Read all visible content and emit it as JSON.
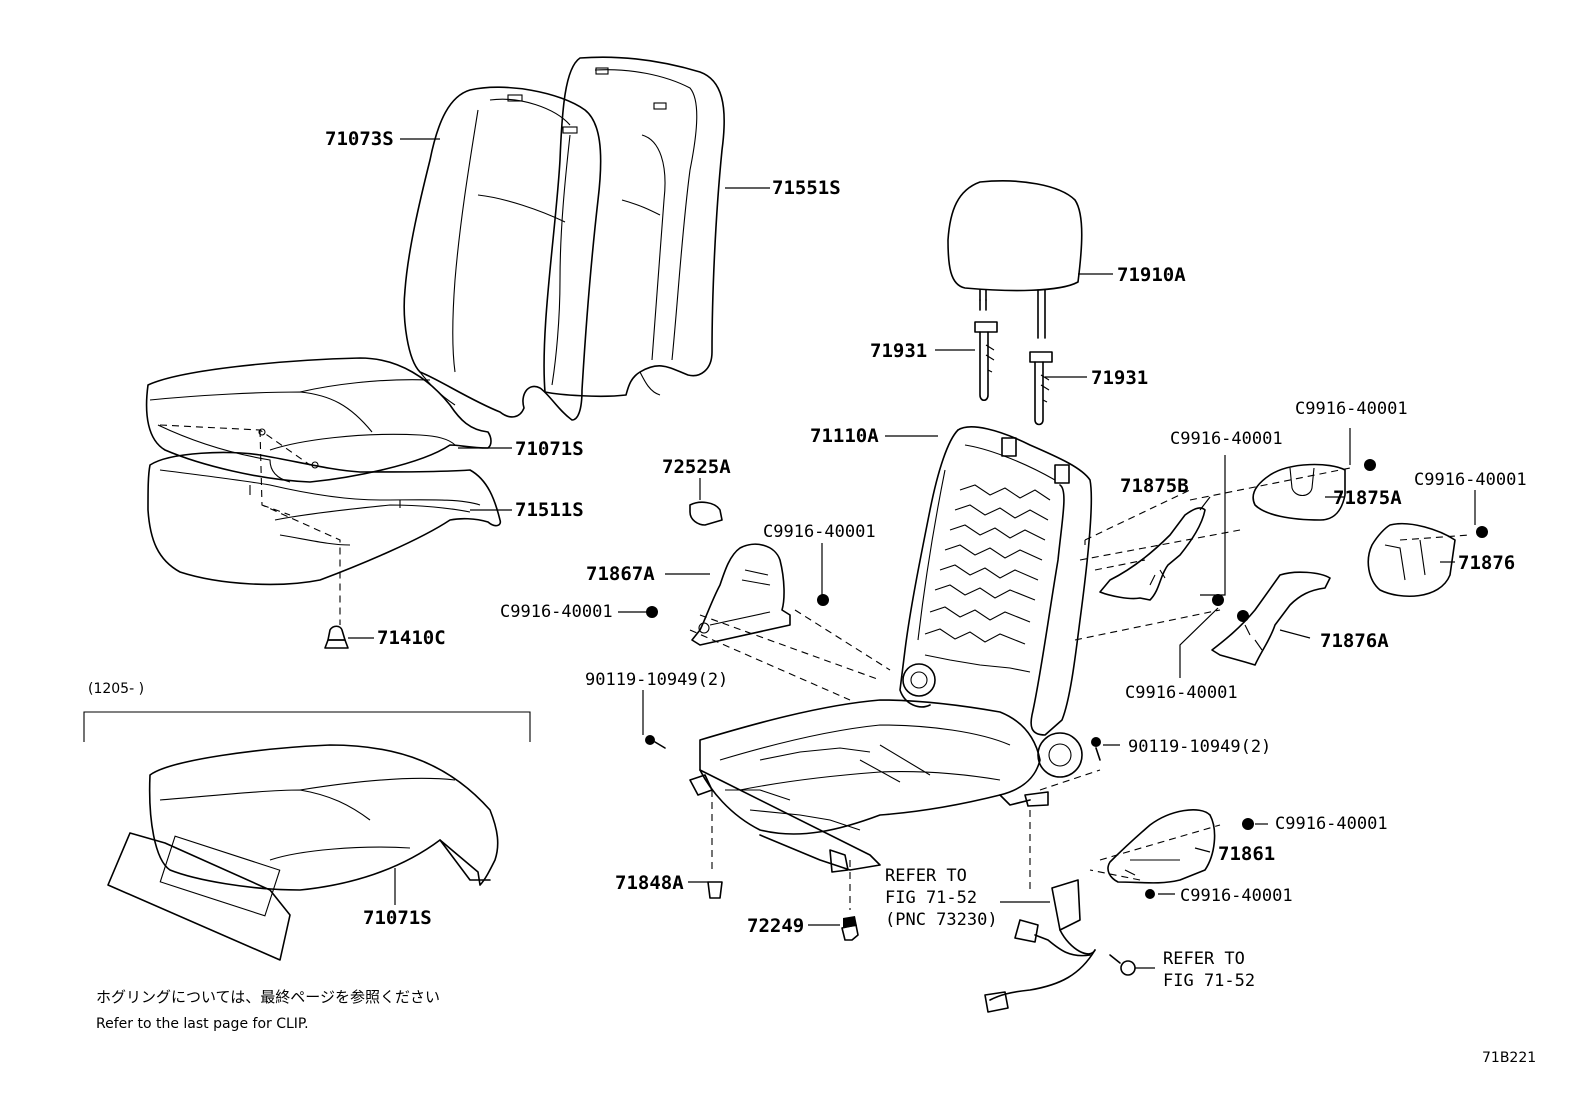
{
  "parts": {
    "p71073S": "71073S",
    "p71551S": "71551S",
    "p71071S_top": "71071S",
    "p71511S": "71511S",
    "p71410C": "71410C",
    "p71910A": "71910A",
    "p71931_left": "71931",
    "p71931_right": "71931",
    "p71110A": "71110A",
    "p72525A": "72525A",
    "p71867A": "71867A",
    "p71875B": "71875B",
    "p71875A": "71875A",
    "p71876": "71876",
    "p71876A": "71876A",
    "p71861": "71861",
    "p71848A": "71848A",
    "p72249": "72249",
    "p71071S_bottom": "71071S"
  },
  "clips": {
    "c1": "C9916-40001",
    "c2": "C9916-40001",
    "c3": "C9916-40001",
    "c4": "C9916-40001",
    "c5": "C9916-40001",
    "c6": "C9916-40001",
    "c7": "C9916-40001",
    "c8": "C9916-40001",
    "bolt_left": "90119-10949(2)",
    "bolt_right": "90119-10949(2)"
  },
  "refer1": [
    "REFER TO",
    "FIG 71-52",
    "(PNC 73230)"
  ],
  "refer2": [
    "REFER TO",
    "FIG 71-52"
  ],
  "inset_label": "(1205-      )",
  "note_jp": "ホグリングについては、最終ページを参照ください",
  "note_en": "Refer to the last page for CLIP.",
  "figure_code": "71B221"
}
